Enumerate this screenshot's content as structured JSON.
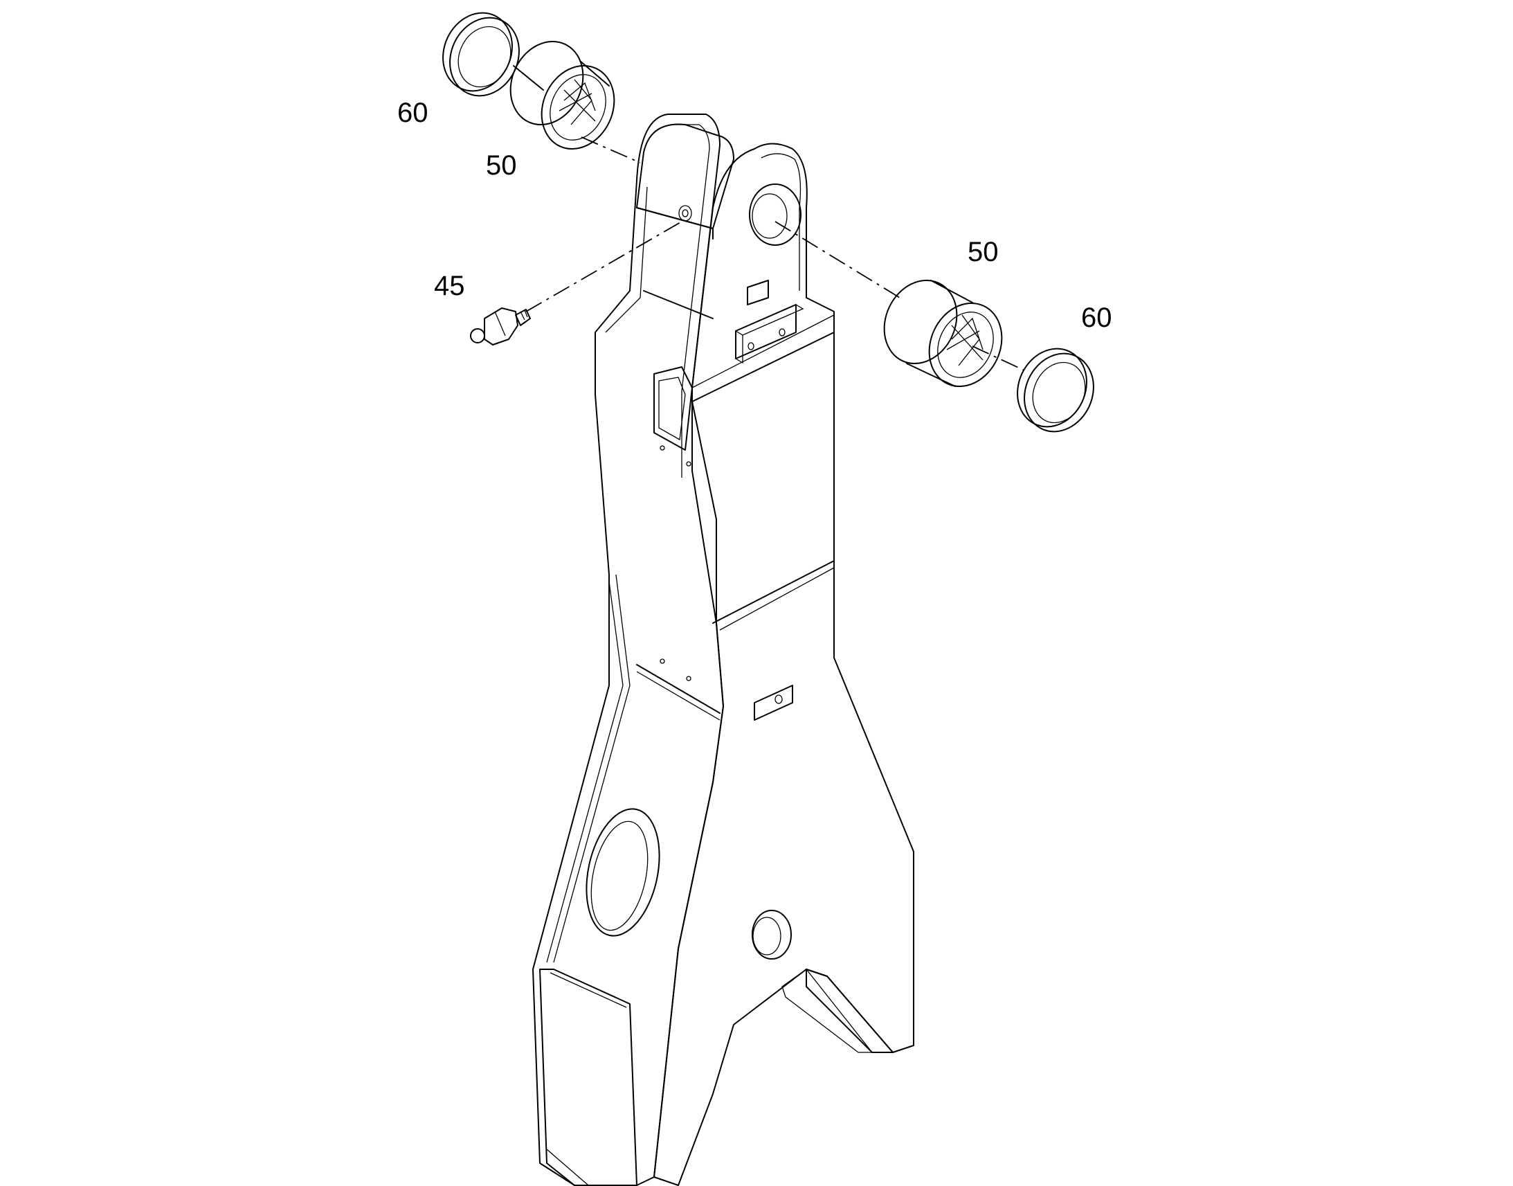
{
  "callouts": {
    "seal_left": "60",
    "bushing_left": "50",
    "grease_nipple": "45",
    "bushing_right": "50",
    "seal_right": "60"
  },
  "colors": {
    "line": "#000000",
    "background": "#ffffff"
  }
}
